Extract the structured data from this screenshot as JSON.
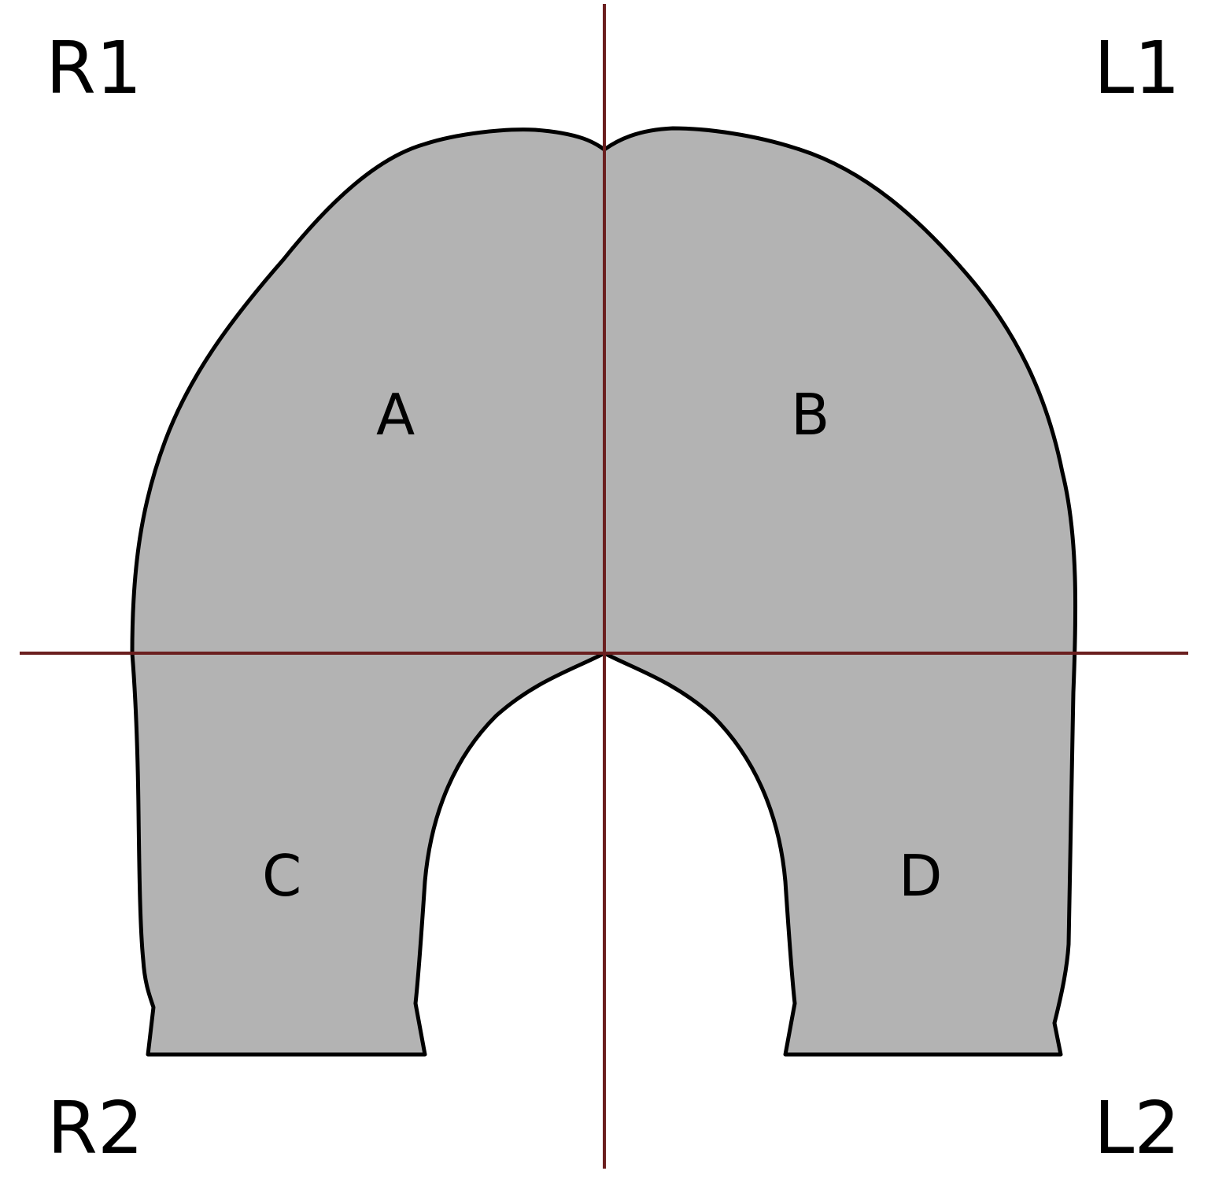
{
  "colors": {
    "background": "#ffffff",
    "shape_fill": "#b3b3b3",
    "outline": "#000000",
    "axis": "#6b1f1f"
  },
  "corners": {
    "top_left": "R1",
    "top_right": "L1",
    "bottom_left": "R2",
    "bottom_right": "L2"
  },
  "regions": {
    "upper_left": "A",
    "upper_right": "B",
    "lower_left": "C",
    "lower_right": "D"
  }
}
